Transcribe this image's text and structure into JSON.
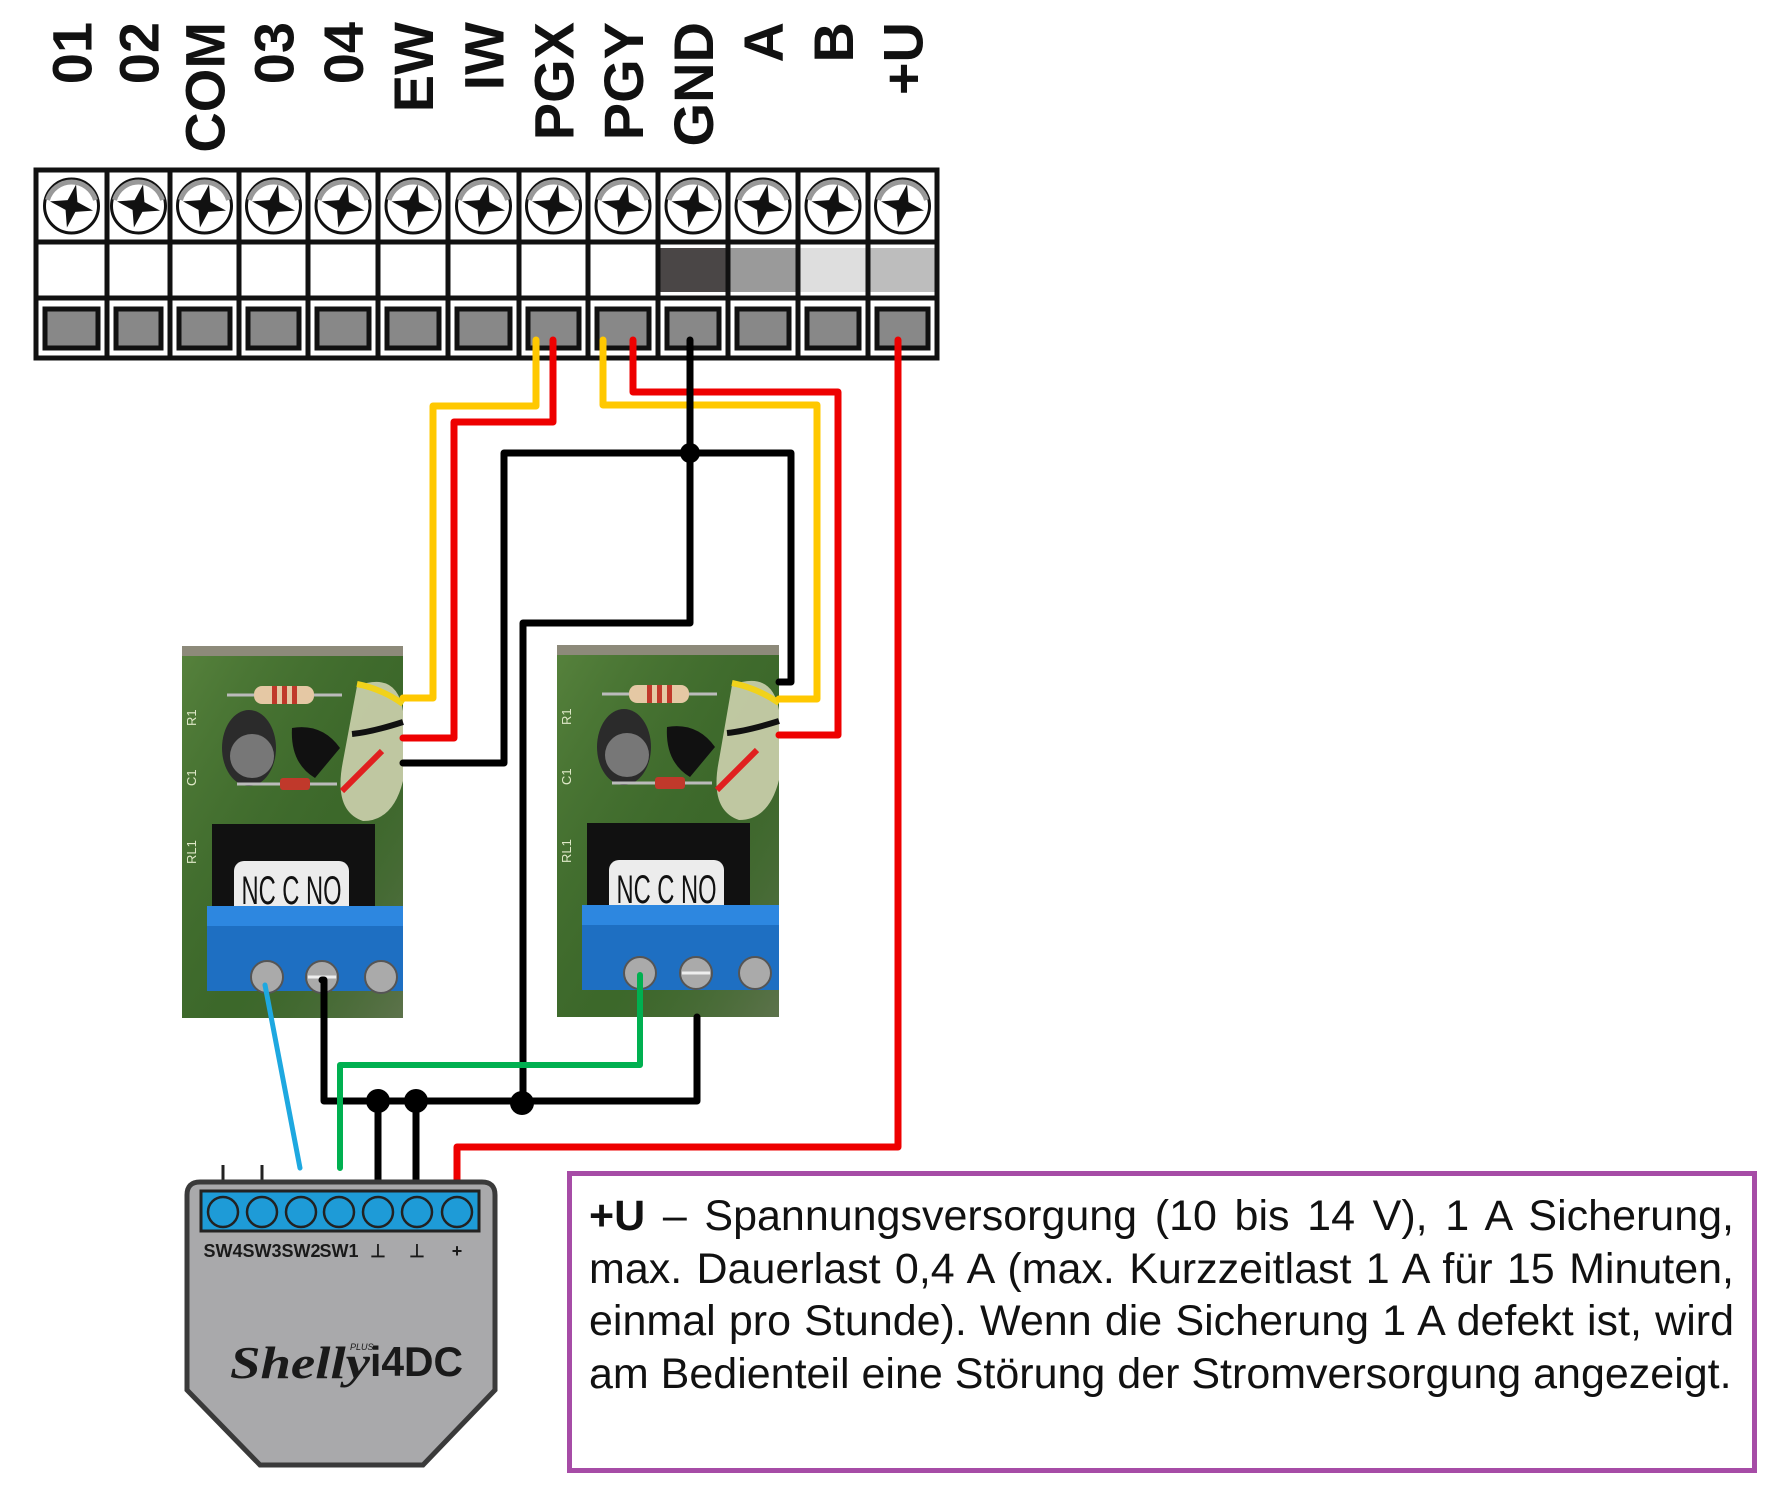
{
  "terminal_block": {
    "labels": [
      "01",
      "02",
      "COM",
      "03",
      "04",
      "EW",
      "IW",
      "PGX",
      "PGY",
      "GND",
      "A",
      "B",
      "+U"
    ],
    "label_cell_colors": [
      "#ffffff",
      "#ffffff",
      "#ffffff",
      "#ffffff",
      "#ffffff",
      "#ffffff",
      "#ffffff",
      "#ffffff",
      "#ffffff",
      "#4a4646",
      "#9a9a9a",
      "#dedede",
      "#bdbdbd"
    ],
    "icon": "screw-terminal-icon"
  },
  "relays": [
    {
      "name": "relay-1",
      "silkscreen": [
        "R1",
        "C1",
        "RL1"
      ],
      "plate_label": "NC C NO",
      "inputs_from": "PGX"
    },
    {
      "name": "relay-2",
      "silkscreen": [
        "R1",
        "C1",
        "RL1"
      ],
      "plate_label": "NC C NO",
      "inputs_from": "PGY"
    }
  ],
  "shelly": {
    "brand": "Shelly",
    "plus": "PLUS",
    "model": "i4DC",
    "terminals": [
      "SW4",
      "SW3",
      "SW2",
      "SW1",
      "⊥",
      "⊥",
      "+"
    ]
  },
  "wire_colors": {
    "yellow": "#ffc800",
    "red": "#ee0000",
    "black": "#000000",
    "blue": "#1ea8e0",
    "green": "#00b050"
  },
  "note": {
    "lead": "+U",
    "text": " – Spannungsversorgung (10 bis 14 V), 1 A Sicherung, max. Dauerlast 0,4 A (max. Kurzzeitlast 1 A für 15 Minuten, einmal pro Stunde). Wenn die Sicherung 1 A defekt ist, wird am Bedienteil eine Störung der Stromversorgung angezeigt.",
    "border_color": "#a64ca6"
  }
}
